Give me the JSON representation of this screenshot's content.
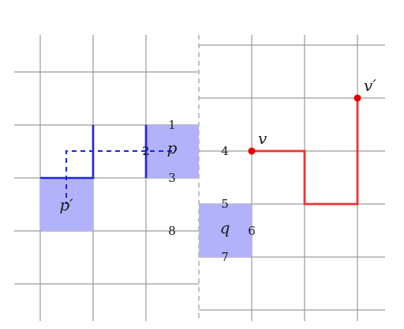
{
  "labels": {
    "p": "p",
    "p_prime": "p′",
    "q": "q",
    "v": "v",
    "v_prime": "v′",
    "n1": "1",
    "n2": "2",
    "n3": "3",
    "n4": "4",
    "n5": "5",
    "n6": "6",
    "n7": "7",
    "n8": "8"
  },
  "colors": {
    "grid": "#9a9a9a",
    "divider": "#b0b0b0",
    "cell_fill": "#b2b2fb",
    "blue_path": "#2222dd",
    "red_path": "#ee3333",
    "red_point": "#e60000"
  }
}
